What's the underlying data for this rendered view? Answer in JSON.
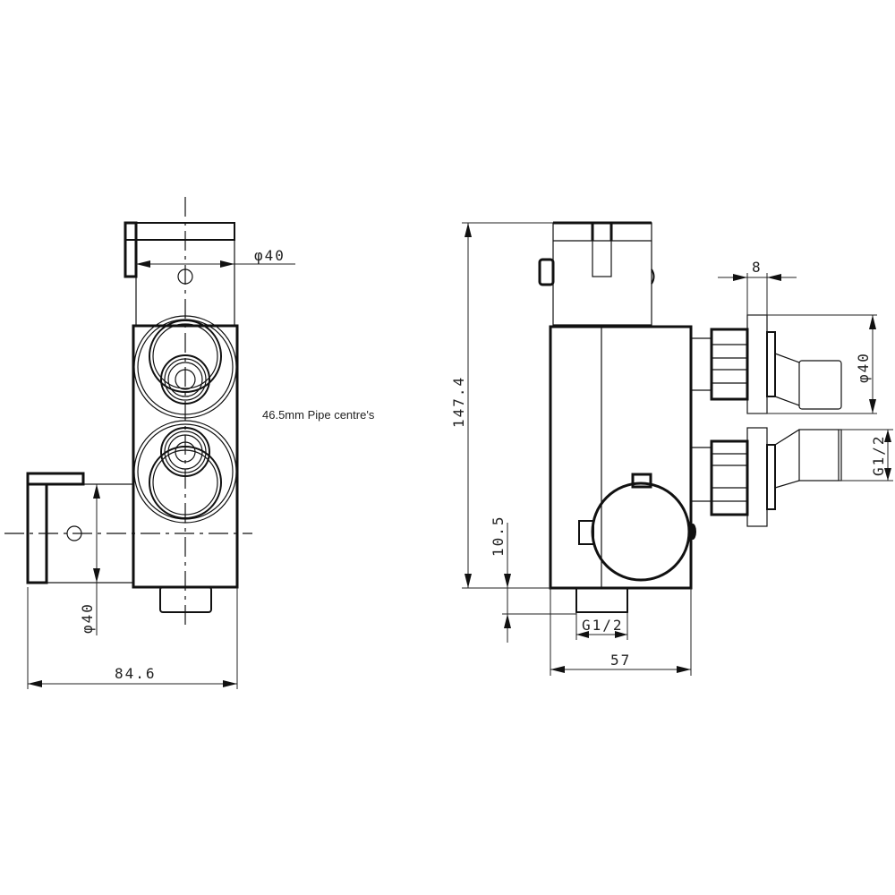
{
  "drawing": {
    "note": "46.5mm Pipe centre's",
    "front_view": {
      "top_diameter": "φ40",
      "side_diameter": "φ40",
      "overall_width": "84.6"
    },
    "side_view": {
      "overall_height": "147.4",
      "outlet_offset": "10.5",
      "bottom_thread": "G1/2",
      "body_depth": "57",
      "flange_width": "8",
      "inlet_diameter": "φ40",
      "inlet_thread": "G1/2"
    },
    "colors": {
      "line": "#111111",
      "background": "#ffffff"
    }
  }
}
